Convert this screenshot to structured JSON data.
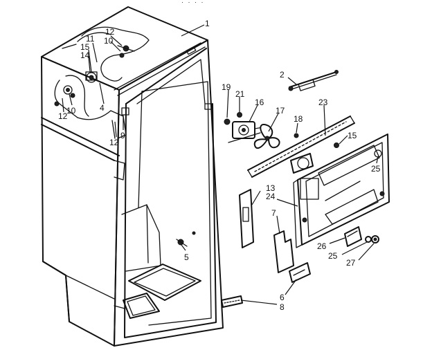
{
  "header_text": "· · · ·",
  "callouts": [
    {
      "id": "c1",
      "text": "1"
    },
    {
      "id": "c12a",
      "text": "12"
    },
    {
      "id": "c10a",
      "text": "10"
    },
    {
      "id": "c11",
      "text": "11"
    },
    {
      "id": "c15a",
      "text": "15"
    },
    {
      "id": "c14",
      "text": "14"
    },
    {
      "id": "c4",
      "text": "4"
    },
    {
      "id": "c10b",
      "text": "10"
    },
    {
      "id": "c12b",
      "text": "12"
    },
    {
      "id": "c9",
      "text": "9"
    },
    {
      "id": "c12c",
      "text": "12"
    },
    {
      "id": "c2",
      "text": "2"
    },
    {
      "id": "c19",
      "text": "19"
    },
    {
      "id": "c21",
      "text": "21"
    },
    {
      "id": "c16",
      "text": "16"
    },
    {
      "id": "c17",
      "text": "17"
    },
    {
      "id": "c18",
      "text": "18"
    },
    {
      "id": "c23",
      "text": "23"
    },
    {
      "id": "c15b",
      "text": "15"
    },
    {
      "id": "c25a",
      "text": "25"
    },
    {
      "id": "c13",
      "text": "13"
    },
    {
      "id": "c24",
      "text": "24"
    },
    {
      "id": "c7",
      "text": "7"
    },
    {
      "id": "c26",
      "text": "26"
    },
    {
      "id": "c25b",
      "text": "25"
    },
    {
      "id": "c27",
      "text": "27"
    },
    {
      "id": "c5",
      "text": "5"
    },
    {
      "id": "c6",
      "text": "6"
    },
    {
      "id": "c8",
      "text": "8"
    }
  ]
}
